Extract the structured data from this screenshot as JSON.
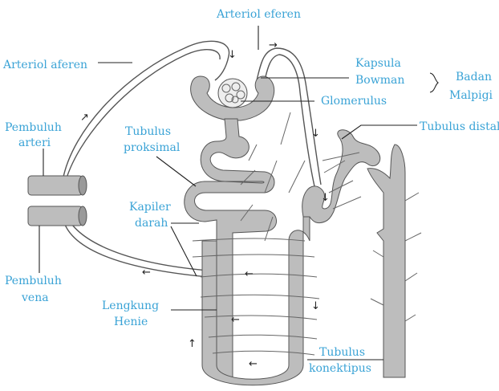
{
  "diagram": {
    "labels": {
      "arteriol_eferen": "Arteriol eferen",
      "arteriol_aferen": "Arteriol aferen",
      "kapsula": "Kapsula",
      "bowman": "Bowman",
      "glomerulus": "Glomerulus",
      "badan": "Badan",
      "malpigi": "Malpigi",
      "pembuluh_arteri_1": "Pembuluh",
      "pembuluh_arteri_2": "arteri",
      "tubulus_proksimal_1": "Tubulus",
      "tubulus_proksimal_2": "proksimal",
      "tubulus_distal": "Tubulus distal",
      "kapiler_1": "Kapiler",
      "kapiler_2": "darah",
      "pembuluh_vena_1": "Pembuluh",
      "pembuluh_vena_2": "vena",
      "lengkung_1": "Lengkung",
      "lengkung_2": "Henie",
      "tubulus_konektipus_1": "Tubulus",
      "tubulus_konektipus_2": "konektipus"
    },
    "label_color": "#3aa3d6",
    "tissue_color": "#bdbdbd"
  }
}
